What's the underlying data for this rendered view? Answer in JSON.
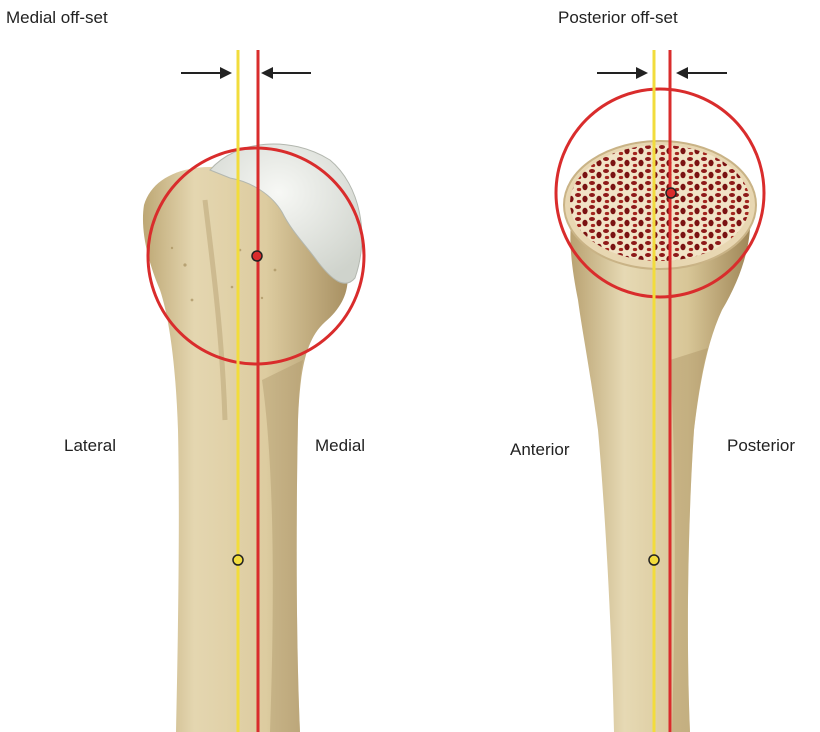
{
  "panels": [
    {
      "title": "Medial off-set",
      "left_label": "Lateral",
      "right_label": "Medial"
    },
    {
      "title": "Posterior off-set",
      "left_label": "Anterior",
      "right_label": "Posterior"
    }
  ],
  "colors": {
    "shaft_axis_line": "#f2dc3c",
    "head_axis_line": "#d92c2c",
    "head_circle": "#d92c2c",
    "arrow": "#222222",
    "bone": "#e2d3ac",
    "bone_shadow": "#c6b083",
    "cartilage": "#eef0ec",
    "cancellous_bone": "#8e1a1a"
  }
}
